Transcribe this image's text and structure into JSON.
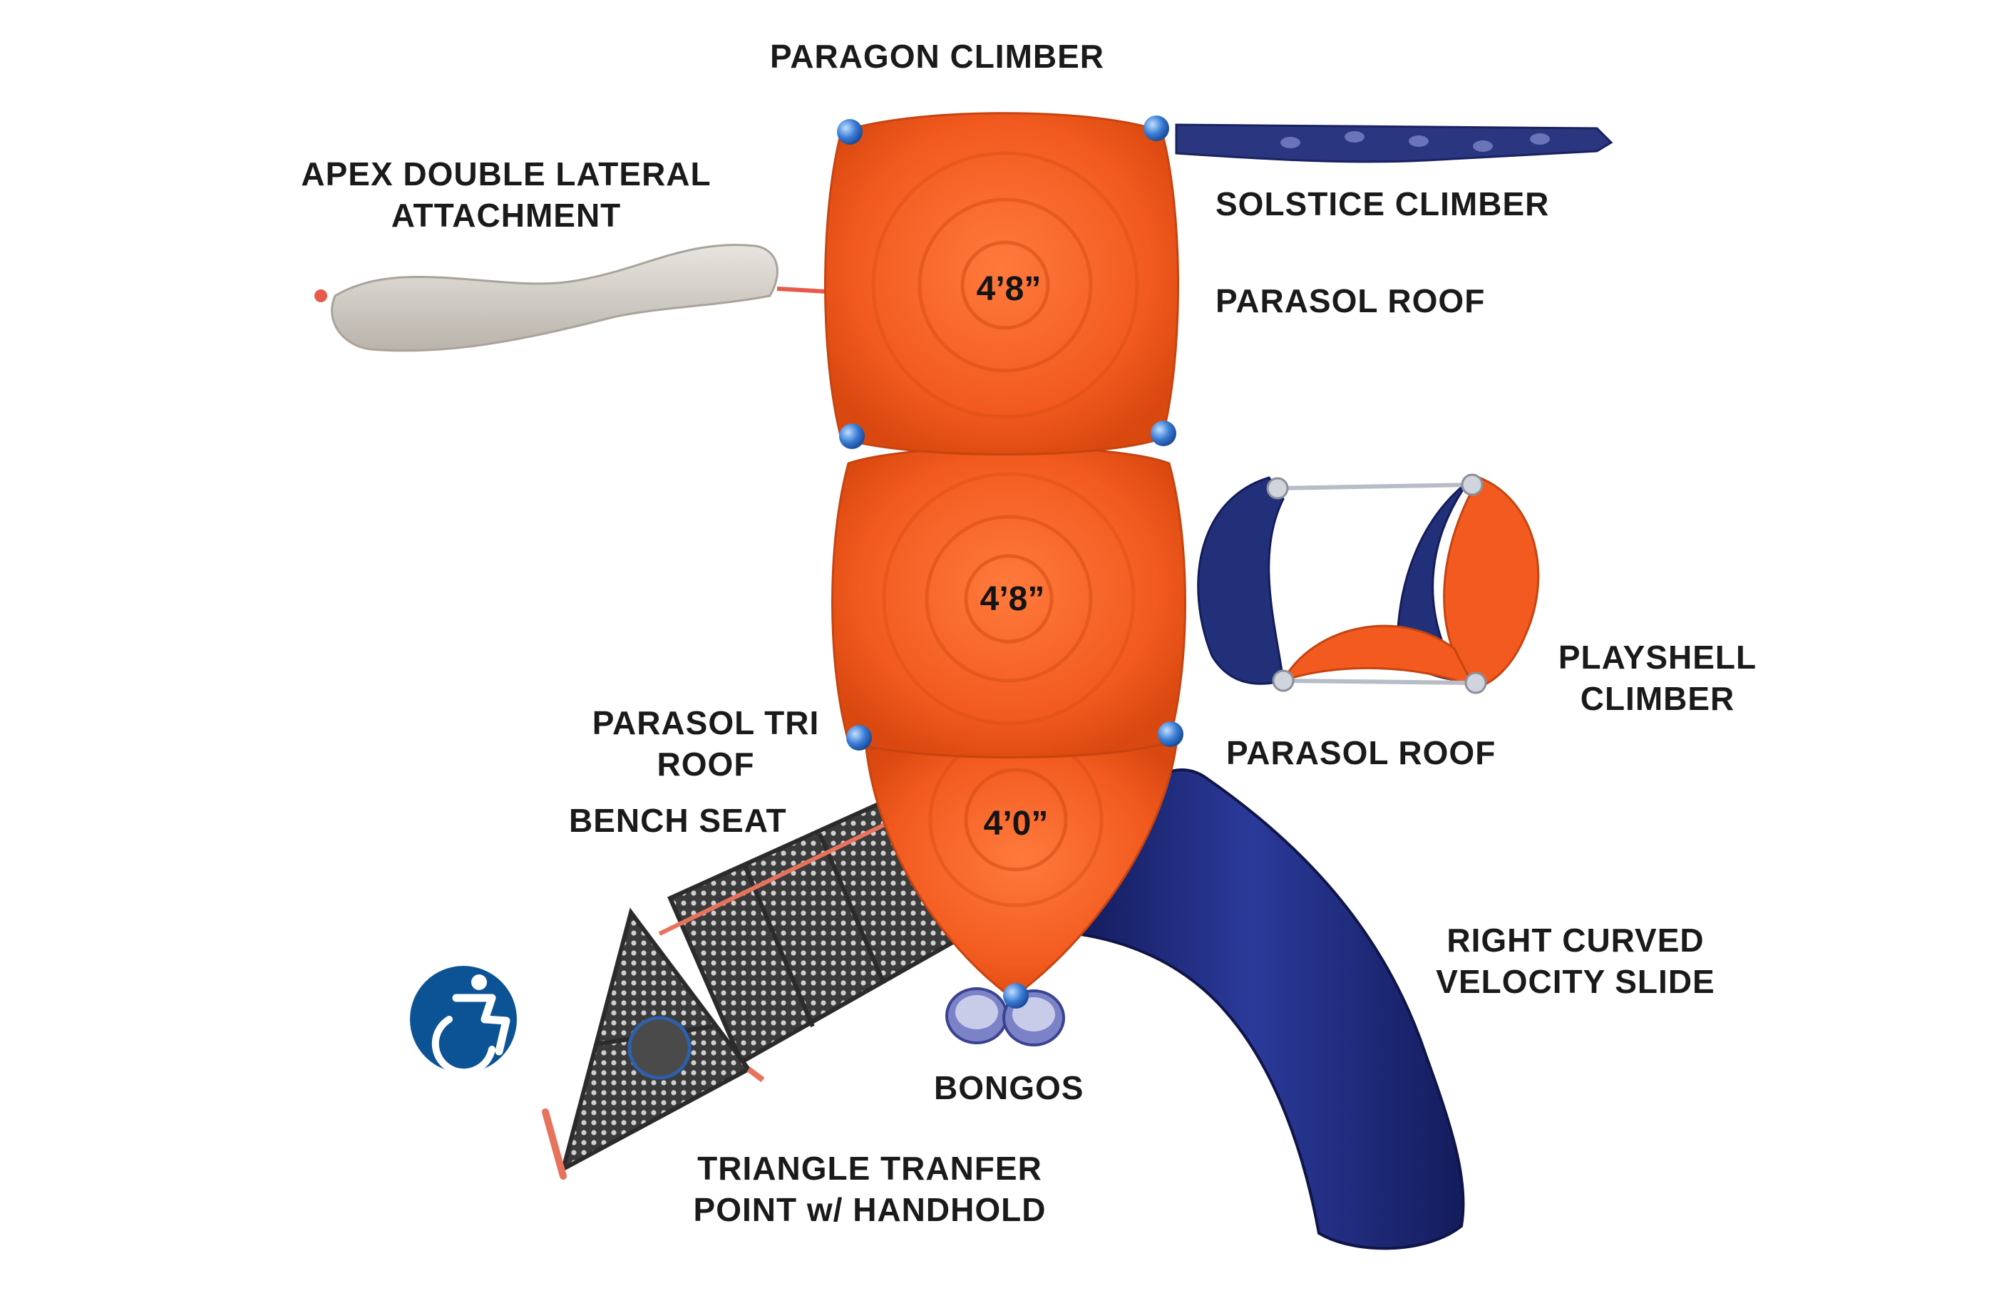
{
  "labels": {
    "paragon_climber": "PARAGON CLIMBER",
    "apex_line1": "APEX DOUBLE LATERAL",
    "apex_line2": "ATTACHMENT",
    "solstice_climber": "SOLSTICE CLIMBER",
    "parasol_roof_top": "PARASOL ROOF",
    "playshell_line1": "PLAYSHELL",
    "playshell_line2": "CLIMBER",
    "parasol_roof_mid": "PARASOL ROOF",
    "parasol_tri_line1": "PARASOL TRI",
    "parasol_tri_line2": "ROOF",
    "bench_seat": "BENCH SEAT",
    "slide_line1": "RIGHT CURVED",
    "slide_line2": "VELOCITY SLIDE",
    "bongos": "BONGOS",
    "triangle_line1": "TRIANGLE TRANFER",
    "triangle_line2": "POINT w/ HANDHOLD"
  },
  "deck_heights": {
    "top": "4’8”",
    "middle": "4’8”",
    "bottom": "4’0”"
  },
  "icons": {
    "accessibility": "wheelchair-accessibility-icon"
  },
  "colors": {
    "roof_orange": "#f25a1f",
    "slide_navy": "#1e2a7a",
    "post_blue": "#3a7bd5",
    "deck_gray": "#3b3b3b",
    "accessible_blue": "#0b5394"
  }
}
